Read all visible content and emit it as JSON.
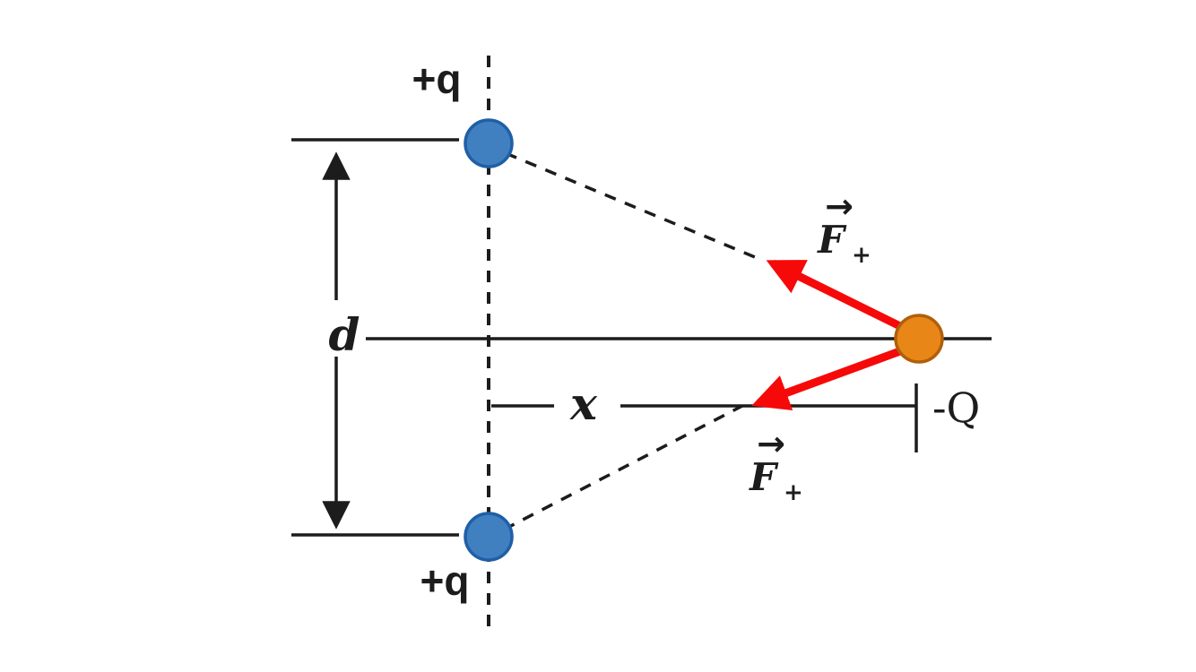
{
  "diagram": {
    "labels": {
      "top_positive_charge": "+q",
      "bottom_positive_charge": "+q",
      "separation_distance": "d",
      "horizontal_distance": "x",
      "negative_charge": "-Q",
      "force_symbol": "F",
      "force_subscript": "+",
      "vector_arrow": "→"
    },
    "colors": {
      "positive_charge_fill": "#4080c0",
      "positive_charge_stroke": "#1f5fa6",
      "negative_charge_fill": "#e88617",
      "negative_charge_stroke": "#b05f0a",
      "force_vector": "#f60909",
      "line": "#1c1c1c",
      "background": "#ffffff"
    }
  }
}
